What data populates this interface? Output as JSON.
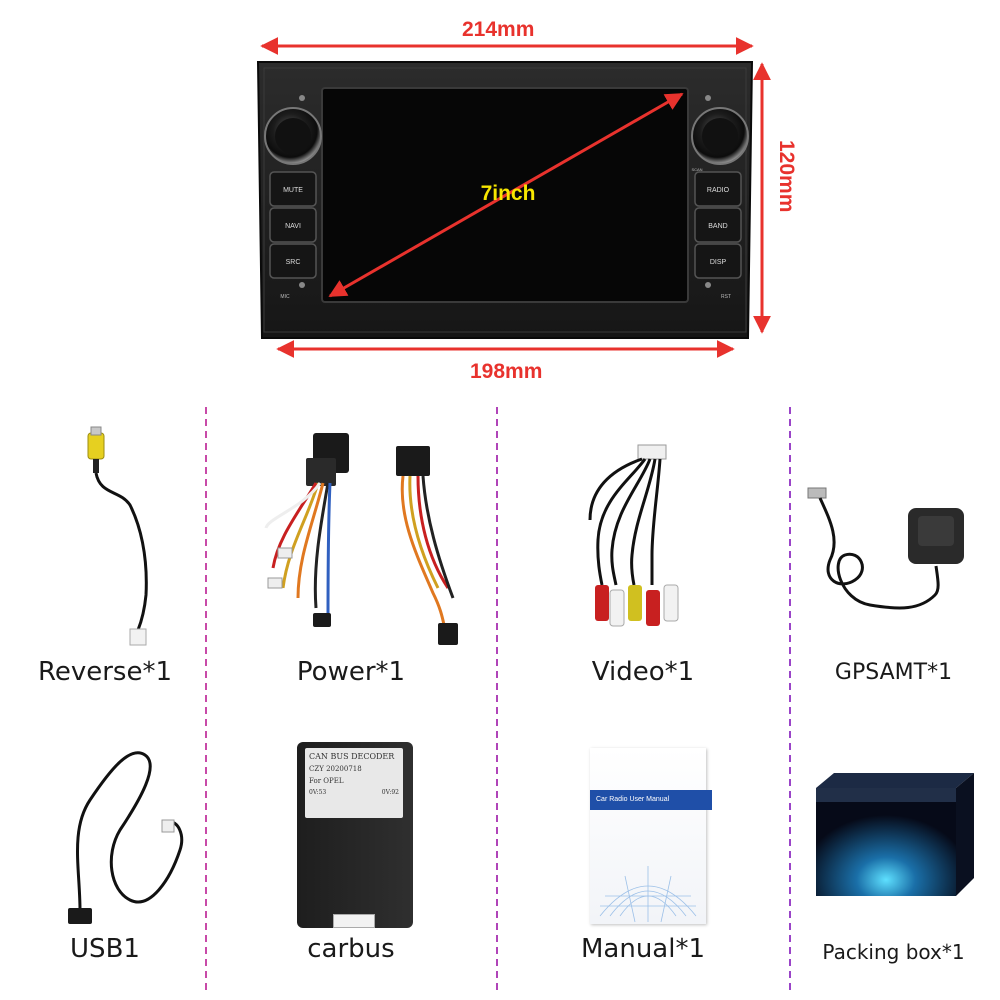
{
  "dimensions": {
    "top_width": "214mm",
    "bottom_width": "198mm",
    "height": "120mm",
    "screen_size": "7inch"
  },
  "head_unit": {
    "left_buttons": [
      "MUTE",
      "NAVI",
      "SRC"
    ],
    "right_buttons": [
      "RADIO",
      "BAND",
      "DISP"
    ],
    "small_labels": {
      "mic": "MIC",
      "rst": "RST",
      "scan": "SCAN"
    }
  },
  "accessories": [
    {
      "label": "Reverse*1",
      "icon": "reverse-camera-cable-icon"
    },
    {
      "label": "Power*1",
      "icon": "power-harness-icon"
    },
    {
      "label": "Video*1",
      "icon": "video-rca-cable-icon"
    },
    {
      "label": "GPSAMT*1",
      "icon": "gps-antenna-icon"
    },
    {
      "label": "USB1",
      "icon": "usb-cable-icon"
    },
    {
      "label": "carbus",
      "icon": "canbus-decoder-icon"
    },
    {
      "label": "Manual*1",
      "icon": "user-manual-icon"
    },
    {
      "label": "Packing box*1",
      "icon": "packing-box-icon"
    }
  ],
  "decoder": {
    "title": "CAN BUS DECODER",
    "line1": "CZY  20200718",
    "line2": "For  OPEL",
    "line3_left": "0V:53",
    "line3_right": "0V:92"
  },
  "manual": {
    "title": "Car Radio User Manual"
  },
  "colors": {
    "dimension_red": "#e8322d",
    "divider_start": "#d8409a",
    "divider_end": "#8a40d8",
    "screen_text": "#f7e600"
  }
}
